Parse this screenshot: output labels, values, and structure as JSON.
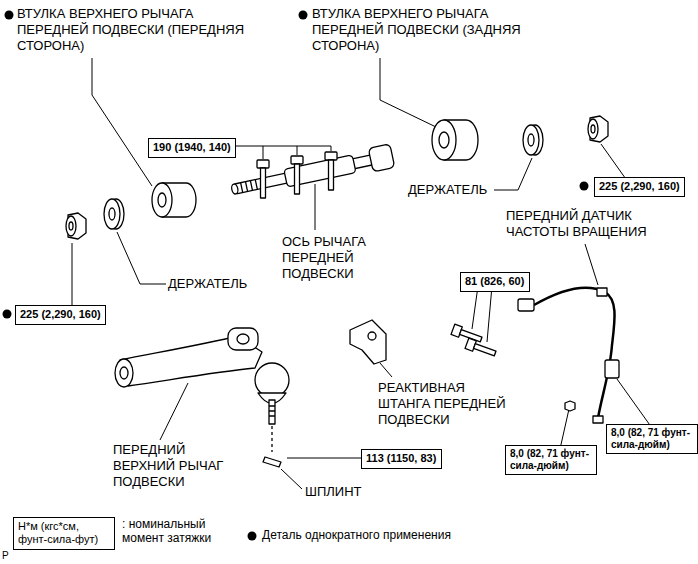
{
  "diagram": {
    "nodes": [
      {
        "text": [
          "190 (1940, 140)"
        ]
      },
      {
        "text": [
          "225 (2,290, 160)"
        ]
      },
      {
        "text": [
          "81 (826, 60)"
        ]
      },
      {
        "text": [
          "225 (2,290, 160)"
        ]
      },
      {
        "text": [
          "8,0 (82, 71 фунт-сила-дюйм)"
        ]
      },
      {
        "text": [
          "8,0 (82, 71 фунт-сила-дюйм)"
        ]
      },
      {
        "text": [
          "113 (1150, 83)"
        ]
      },
      {
        "text": [
          "Н*м (кгс*см, фунт-сила-фут)"
        ]
      }
    ],
    "labels": [
      "ВТУЛКА ВЕРХНЕГО РЫЧАГА ПЕРЕДНЕЙ ПОДВЕСКИ (ПЕРЕДНЯЯ СТОРОНА)",
      "ВТУЛКА ВЕРХНЕГО РЫЧАГА ПЕРЕДНЕЙ ПОДВЕСКИ (ЗАДНЯЯ СТОРОНА)",
      "ДЕРЖАТЕЛЬ",
      "ПЕРЕДНИЙ ДАТЧИК ЧАСТОТЫ ВРАЩЕНИЯ",
      "ОСЬ РЫЧАГА ПЕРЕДНЕЙ ПОДВЕСКИ",
      "ДЕРЖАТЕЛЬ",
      "РЕАКТИВНАЯ ШТАНГА ПЕРЕДНЕЙ ПОДВЕСКИ",
      "ПЕРЕДНИЙ ВЕРХНИЙ РЫЧАГ ПОДВЕСКИ",
      "ШПЛИНТ",
      "P"
    ],
    "legend": [
      {
        "text": ": номинальный момент затяжки"
      },
      {
        "text": "Деталь однократного применения"
      }
    ]
  }
}
